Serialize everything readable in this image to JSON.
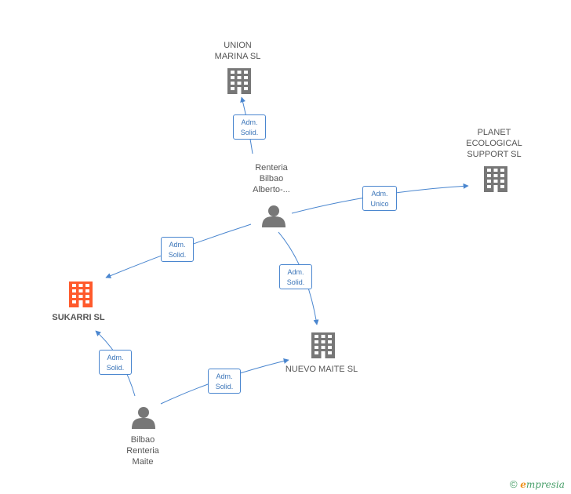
{
  "nodes": {
    "union": {
      "label_lines": [
        "UNION",
        "MARINA SL"
      ],
      "color": "#777777"
    },
    "planet": {
      "label_lines": [
        "PLANET",
        "ECOLOGICAL",
        "SUPPORT SL"
      ],
      "color": "#777777"
    },
    "renteria_person": {
      "label_lines": [
        "Renteria",
        "Bilbao",
        "Alberto-..."
      ],
      "color": "#777777"
    },
    "sukarri": {
      "label_lines": [
        "SUKARRI SL"
      ],
      "color": "#ff5a2c"
    },
    "nuevo": {
      "label_lines": [
        "NUEVO MAITE SL"
      ],
      "color": "#777777"
    },
    "bilbao_person": {
      "label_lines": [
        "Bilbao",
        "Renteria",
        "Maite"
      ],
      "color": "#777777"
    }
  },
  "edges": {
    "e_union": {
      "lines": [
        "Adm.",
        "Solid."
      ]
    },
    "e_planet": {
      "lines": [
        "Adm.",
        "Unico"
      ]
    },
    "e_sukarri_top": {
      "lines": [
        "Adm.",
        "Solid."
      ]
    },
    "e_nuevo_top": {
      "lines": [
        "Adm.",
        "Solid."
      ]
    },
    "e_sukarri_bottom": {
      "lines": [
        "Adm.",
        "Solid."
      ]
    },
    "e_nuevo_bottom": {
      "lines": [
        "Adm.",
        "Solid."
      ]
    }
  },
  "colors": {
    "edge": "#4a86cf",
    "accent": "#ff5a2c",
    "brand": "#4aa06b"
  },
  "footer": {
    "copyright": "©",
    "brand_e": "e",
    "brand_rest": "mpresia"
  }
}
